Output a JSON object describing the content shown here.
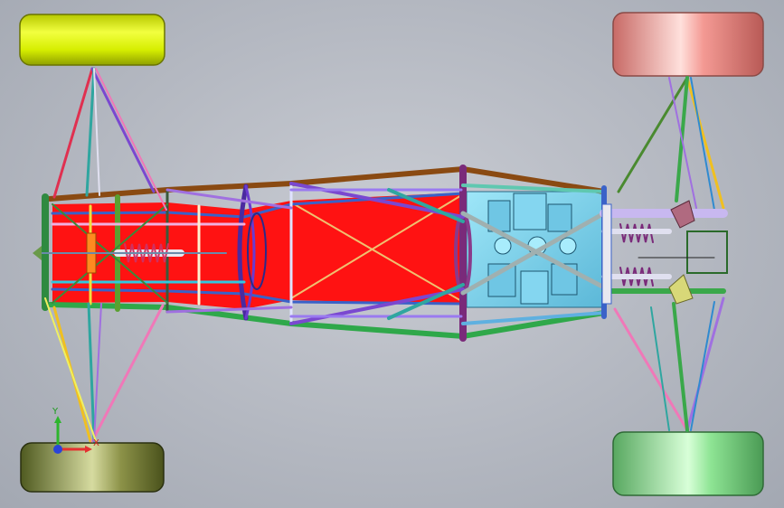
{
  "viewport": {
    "background": "#b7bbc4",
    "view_orientation": "top",
    "model_type": "space-frame-chassis-with-wheels"
  },
  "colors": {
    "floor_panel": "#ff1010",
    "tire_front_left": "#d9f200",
    "tire_front_right": "#ee8c86",
    "tire_rear_left": "#7f8a3a",
    "tire_rear_right": "#85d98b",
    "engine": "#7fd4ee",
    "frame_brown": "#8a4a12",
    "frame_green": "#3aa84a",
    "frame_purple": "#7a2a7a",
    "frame_blue": "#3a62c8",
    "frame_teal": "#2fa6a0",
    "frame_violet": "#a070e0",
    "frame_pink": "#f078b8",
    "triad_x": "#e53030",
    "triad_y": "#2db52d",
    "triad_z": "#2a44d8"
  },
  "triad": {
    "x_label": "X",
    "y_label": "Y"
  }
}
